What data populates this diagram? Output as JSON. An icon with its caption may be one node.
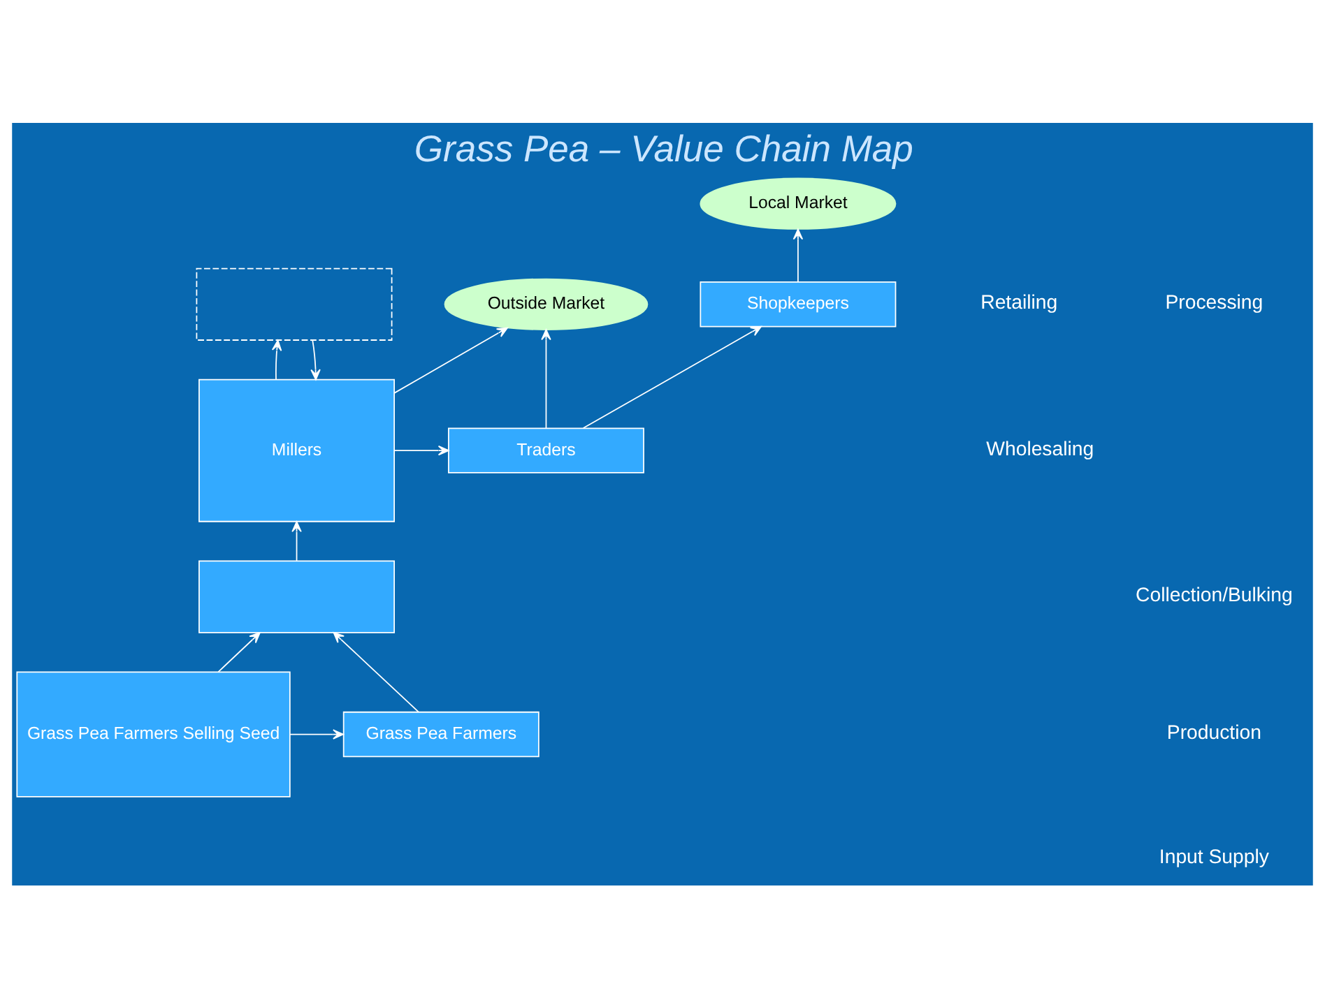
{
  "diagram": {
    "title": "Grass Pea – Value Chain Map",
    "nodes": [
      {
        "text": [
          "Local Market"
        ]
      },
      {
        "text": [
          "Outside Market"
        ]
      },
      {
        "text": [
          "Shopkeepers"
        ]
      },
      {
        "text": [
          "Traders"
        ]
      },
      {
        "text": [
          "Millers"
        ]
      },
      {
        "text": [],
        "shape": "box"
      },
      {
        "text": [],
        "shape": "box"
      },
      {
        "text": [
          "Grass Pea Farmers Selling Seed"
        ]
      },
      {
        "text": [
          "Grass Pea Farmers"
        ]
      }
    ],
    "edges": [
      {
        "from": 2,
        "to": 0,
        "arrow": "to"
      },
      {
        "from": 3,
        "to": 2,
        "arrow": "to"
      },
      {
        "from": 3,
        "to": 1,
        "arrow": "to"
      },
      {
        "from": 4,
        "to": 1,
        "arrow": "to"
      },
      {
        "from": 4,
        "to": 3,
        "arrow": "to"
      },
      {
        "from": 4,
        "to": 5,
        "arrow": "to"
      },
      {
        "from": 5,
        "to": 4,
        "arrow": "to"
      },
      {
        "from": 6,
        "to": 4,
        "arrow": "to"
      },
      {
        "from": 8,
        "to": 6,
        "arrow": "to"
      },
      {
        "from": 7,
        "to": 6,
        "arrow": "to"
      },
      {
        "from": 7,
        "to": 8,
        "arrow": "to"
      }
    ],
    "labels": [
      "Retailing",
      "Wholesaling",
      "Processing",
      "Collection/Bulking",
      "Production",
      "Input Supply"
    ]
  }
}
